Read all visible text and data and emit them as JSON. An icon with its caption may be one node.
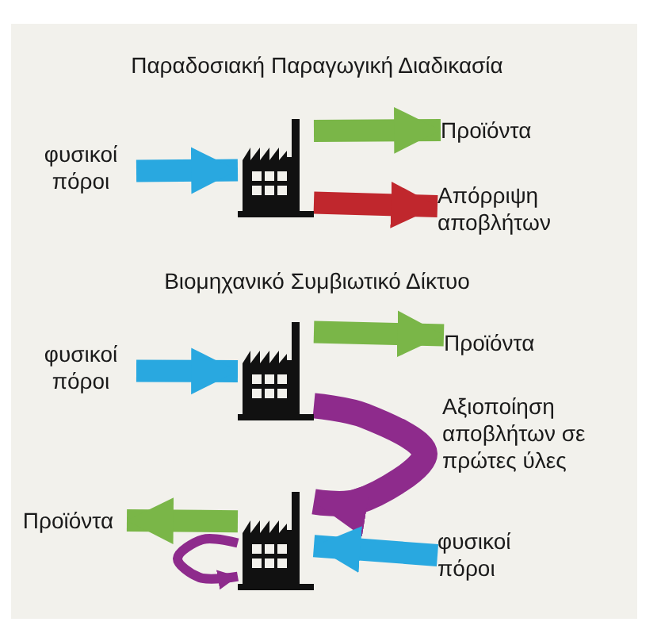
{
  "diagram": {
    "nodes": [
      {
        "text": [
          "φυσικοί πόροι"
        ]
      },
      {
        "text": [],
        "shape": "factory"
      },
      {
        "text": [
          "Προϊόντα"
        ]
      },
      {
        "text": [
          "Απόρριψη αποβλήτων"
        ]
      },
      {
        "text": [
          "φυσικοί πόροι"
        ]
      },
      {
        "text": [],
        "shape": "factory"
      },
      {
        "text": [
          "Προϊόντα"
        ]
      },
      {
        "text": [],
        "shape": "factory"
      },
      {
        "text": [
          "Προϊόντα"
        ]
      },
      {
        "text": [
          "φυσικοί πόροι"
        ]
      }
    ],
    "edges": [
      {
        "from": 0,
        "to": 1,
        "arrow": "to",
        "color": "#29a8e0"
      },
      {
        "from": 1,
        "to": 2,
        "arrow": "to",
        "color": "#7ab648"
      },
      {
        "from": 1,
        "to": 3,
        "arrow": "to",
        "color": "#c0272d"
      },
      {
        "from": 4,
        "to": 5,
        "arrow": "to",
        "color": "#29a8e0"
      },
      {
        "from": 5,
        "to": 6,
        "arrow": "to",
        "color": "#7ab648"
      },
      {
        "from": 5,
        "to": 7,
        "arrow": "to",
        "color": "#8e2b8c",
        "label": "Αξιοποίηση αποβλήτων σε πρώτες ύλες"
      },
      {
        "from": 9,
        "to": 7,
        "arrow": "to",
        "color": "#29a8e0"
      },
      {
        "from": 7,
        "to": 8,
        "arrow": "to",
        "color": "#7ab648"
      },
      {
        "from": 7,
        "to": 7,
        "arrow": "to",
        "color": "#8e2b8c"
      }
    ],
    "labels": [
      "Παραδοσιακή Παραγωγική Διαδικασία",
      "Βιομηχανικό Συμβιωτικό Δίκτυο"
    ]
  }
}
